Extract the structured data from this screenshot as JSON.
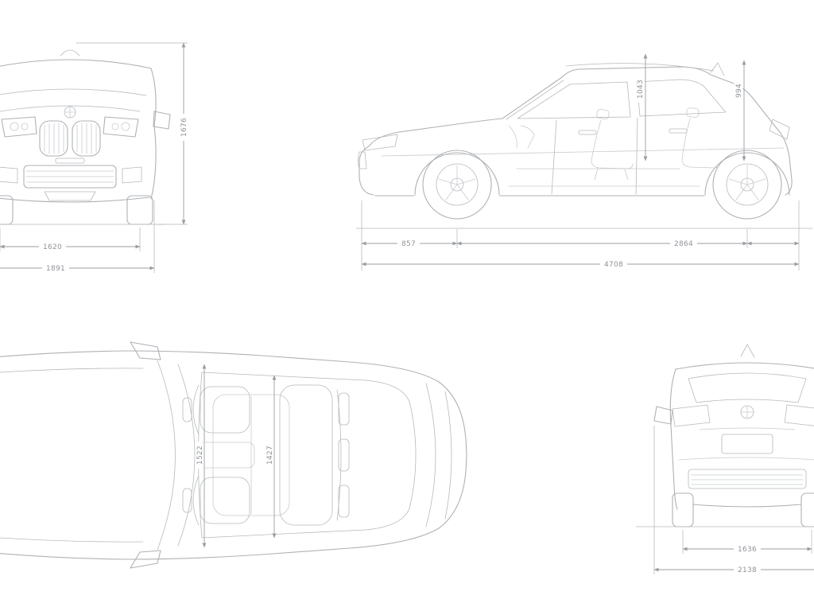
{
  "diagram": {
    "front_view": {
      "track_width": "1620",
      "overall_width": "1891",
      "height": "1676"
    },
    "side_view": {
      "front_overhang": "857",
      "wheelbase": "2864",
      "overall_length": "4708",
      "front_headroom": "1043",
      "rear_headroom": "994"
    },
    "top_view": {
      "front_interior_width": "1522",
      "rear_interior_width": "1427"
    },
    "rear_view": {
      "rear_track_width": "1636",
      "width_incl_mirrors": "2138"
    },
    "icons": {
      "brand": "bmw-roundel-icon"
    },
    "colors": {
      "line": "#aeb1b5",
      "dimension": "#9a9da2",
      "text": "#8f9297",
      "background": "#ffffff"
    }
  }
}
